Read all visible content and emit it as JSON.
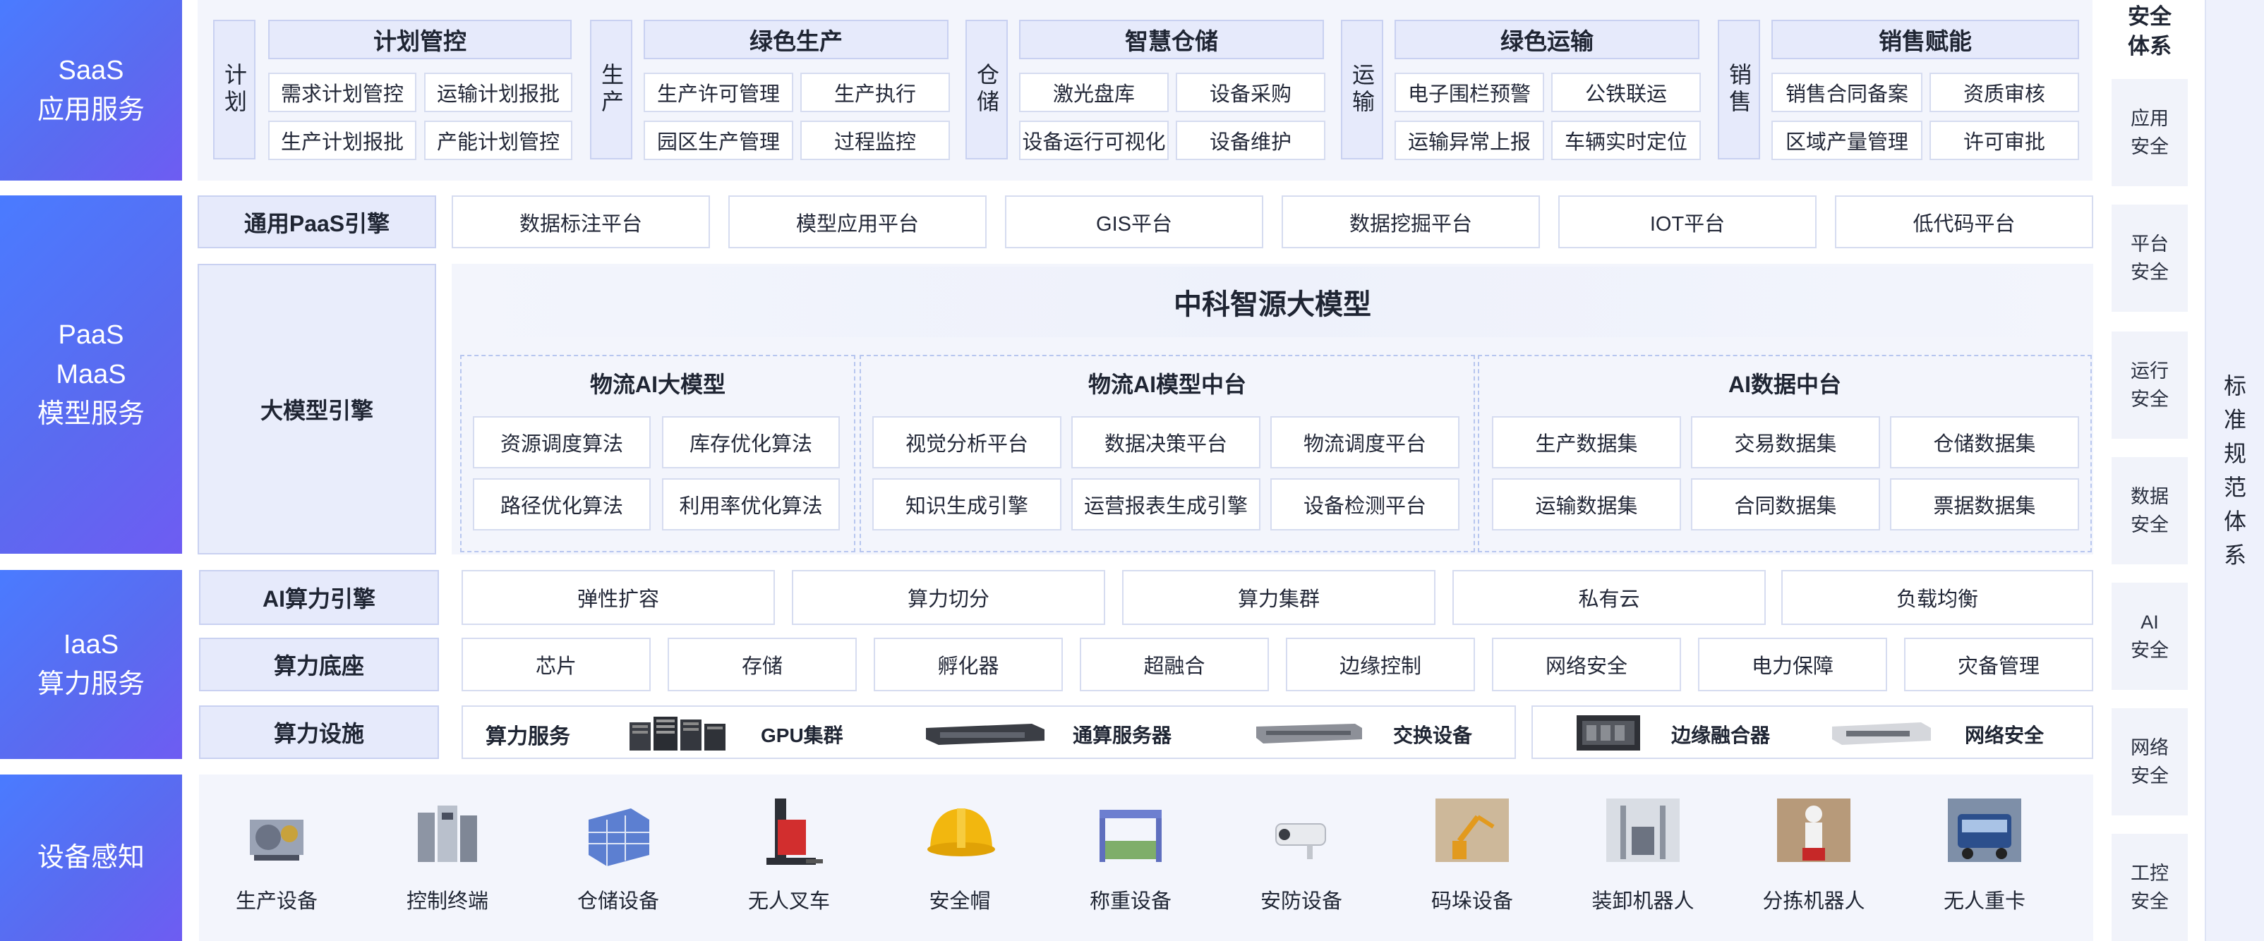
{
  "layers": {
    "saas": "SaaS\n应用服务",
    "paas": "PaaS\nMaaS\n模型服务",
    "iaas": "IaaS\n算力服务",
    "device": "设备感知"
  },
  "saas": {
    "groups": [
      {
        "side": "计划",
        "title": "计划管控",
        "items": [
          "需求计划管控",
          "运输计划报批",
          "生产计划报批",
          "产能计划管控"
        ]
      },
      {
        "side": "生产",
        "title": "绿色生产",
        "items": [
          "生产许可管理",
          "生产执行",
          "园区生产管理",
          "过程监控"
        ]
      },
      {
        "side": "仓储",
        "title": "智慧仓储",
        "items": [
          "激光盘库",
          "设备采购",
          "设备运行可视化",
          "设备维护"
        ]
      },
      {
        "side": "运输",
        "title": "绿色运输",
        "items": [
          "电子围栏预警",
          "公铁联运",
          "运输异常上报",
          "车辆实时定位"
        ]
      },
      {
        "side": "销售",
        "title": "销售赋能",
        "items": [
          "销售合同备案",
          "资质审核",
          "区域产量管理",
          "许可审批"
        ]
      }
    ]
  },
  "paas": {
    "general_label": "通用PaaS引擎",
    "platforms": [
      "数据标注平台",
      "模型应用平台",
      "GIS平台",
      "数据挖掘平台",
      "IOT平台",
      "低代码平台"
    ],
    "bigmodel_label": "大模型引擎",
    "bigmodel_title": "中科智源大模型",
    "blocks": [
      {
        "title": "物流AI大模型",
        "items": [
          "资源调度算法",
          "库存优化算法",
          "路径优化算法",
          "利用率优化算法"
        ]
      },
      {
        "title": "物流AI模型中台",
        "items": [
          "视觉分析平台",
          "数据决策平台",
          "物流调度平台",
          "知识生成引擎",
          "运营报表生成引擎",
          "设备检测平台"
        ]
      },
      {
        "title": "AI数据中台",
        "items": [
          "生产数据集",
          "交易数据集",
          "仓储数据集",
          "运输数据集",
          "合同数据集",
          "票据数据集"
        ]
      }
    ]
  },
  "iaas": {
    "ai_label": "AI算力引擎",
    "ai_items": [
      "弹性扩容",
      "算力切分",
      "算力集群",
      "私有云",
      "负载均衡"
    ],
    "base_label": "算力底座",
    "base_items": [
      "芯片",
      "存储",
      "孵化器",
      "超融合",
      "边缘控制",
      "网络安全",
      "电力保障",
      "灾备管理"
    ],
    "facility_label": "算力设施",
    "service_label": "算力服务",
    "facility_items": [
      "GPU集群",
      "通算服务器",
      "交换设备",
      "边缘融合器",
      "网络安全"
    ]
  },
  "devices": [
    "生产设备",
    "控制终端",
    "仓储设备",
    "无人叉车",
    "安全帽",
    "称重设备",
    "安防设备",
    "码垛设备",
    "装卸机器人",
    "分拣机器人",
    "无人重卡"
  ],
  "security": {
    "title": "安全\n体系",
    "items": [
      "应用\n安全",
      "平台\n安全",
      "运行\n安全",
      "数据\n安全",
      "AI\n安全",
      "网络\n安全",
      "工控\n安全"
    ]
  },
  "standard": "标\n准\n规\n范\n体\n系",
  "colors": {
    "layer_gradient_start": "#4a7bff",
    "layer_gradient_end": "#6e5cf2",
    "tag_bg": "#e6eafb",
    "panel_bg": "#f3f5fc",
    "border": "#d6dcf0"
  }
}
